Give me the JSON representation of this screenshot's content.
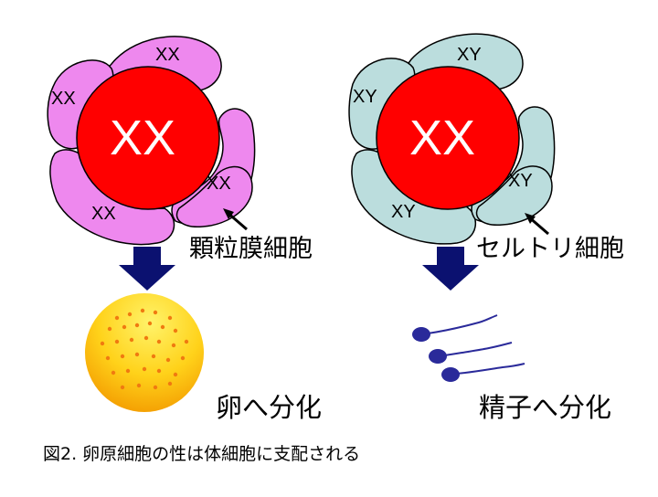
{
  "left_panel": {
    "center_label": "XX",
    "surrounding_cell_label": "XX",
    "cell_type_label": "顆粒膜細胞",
    "outcome_label": "卵へ分化",
    "surrounding_color": "#ee88ee",
    "center_color": "#ff0000"
  },
  "right_panel": {
    "center_label": "XX",
    "surrounding_cell_label": "XY",
    "cell_type_label": "セルトリ細胞",
    "outcome_label": "精子へ分化",
    "surrounding_color": "#bbdddd",
    "center_color": "#ff0000"
  },
  "arrow_color": "#0b1170",
  "egg_color": "#f2a300",
  "sperm_color": "#2a2a9a",
  "caption": "図2. 卵原細胞の性は体細胞に支配される"
}
